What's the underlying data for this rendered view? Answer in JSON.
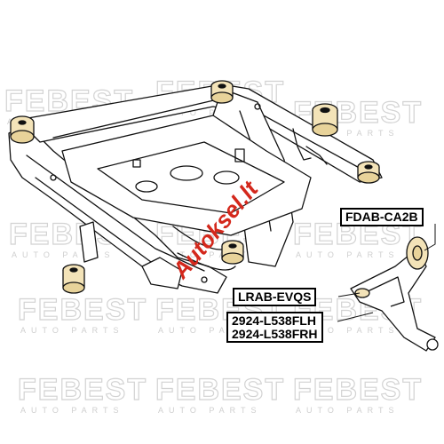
{
  "watermark": {
    "brand": "FEBEST",
    "subtitle": "AUTO PARTS"
  },
  "overlay_mark": {
    "text": "Autoksel.lt",
    "color": "#d4281c"
  },
  "callouts": {
    "fdab": "FDAB-CA2B",
    "lrab": "LRAB-EVQS",
    "arm_left": "2924-L538FLH",
    "arm_right": "2924-L538FRH"
  },
  "colors": {
    "line": "#111111",
    "bushing_fill": "#f3e3b8",
    "highlight_fill": "#e8d39a"
  }
}
